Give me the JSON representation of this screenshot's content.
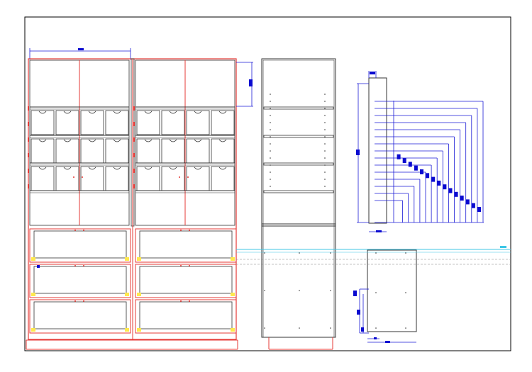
{
  "drawing": {
    "background": "#ffffff",
    "colors": {
      "frame": "#000000",
      "cabinet_outline": "#e53935",
      "panel_line": "#333333",
      "dimension": "#1a1ad6",
      "dimension_tag": "#0a0ad0",
      "drawer_hinge": "#ffe94d",
      "section_line": "#3cc6e6",
      "hidden_line": "#888888"
    },
    "views": [
      {
        "name": "front-elevation",
        "bays": 2,
        "upper_door_columns": 2,
        "drawer_rows": 3,
        "cubby_rows": 3,
        "cubbies_per_row": 4,
        "drawers": 3
      },
      {
        "name": "side-section",
        "shelves": 4
      },
      {
        "name": "stair-dimension-detail",
        "steps": 15
      },
      {
        "name": "drawer-side-detail",
        "dimension_tags": 5
      }
    ]
  }
}
